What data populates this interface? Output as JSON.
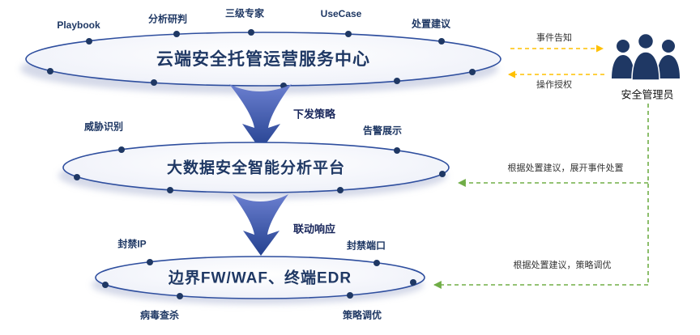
{
  "colors": {
    "navy": "#1F3864",
    "ellipse_stroke": "#2E4E9E",
    "funnel_top": "#6B7FD0",
    "funnel_bottom": "#24418F",
    "yellow": "#FFC000",
    "green": "#70AD47"
  },
  "tiers": [
    {
      "title": "云端安全托管运营服务中心",
      "labels": [
        "Playbook",
        "分析研判",
        "三级专家",
        "UseCase",
        "处置建议"
      ]
    },
    {
      "title": "大数据安全智能分析平台",
      "labels": [
        "威胁识别",
        "告警展示"
      ]
    },
    {
      "title": "边界FW/WAF、终端EDR",
      "labels": [
        "封禁IP",
        "封禁端口",
        "病毒查杀",
        "策略调优"
      ]
    }
  ],
  "flows": [
    {
      "label": "下发策略"
    },
    {
      "label": "联动响应"
    }
  ],
  "admin": {
    "label": "安全管理员",
    "interactions": [
      {
        "label": "事件告知",
        "color": "#FFC000"
      },
      {
        "label": "操作授权",
        "color": "#FFC000"
      },
      {
        "label": "根据处置建议，展开事件处置",
        "color": "#70AD47"
      },
      {
        "label": "根据处置建议，策略调优",
        "color": "#70AD47"
      }
    ]
  }
}
